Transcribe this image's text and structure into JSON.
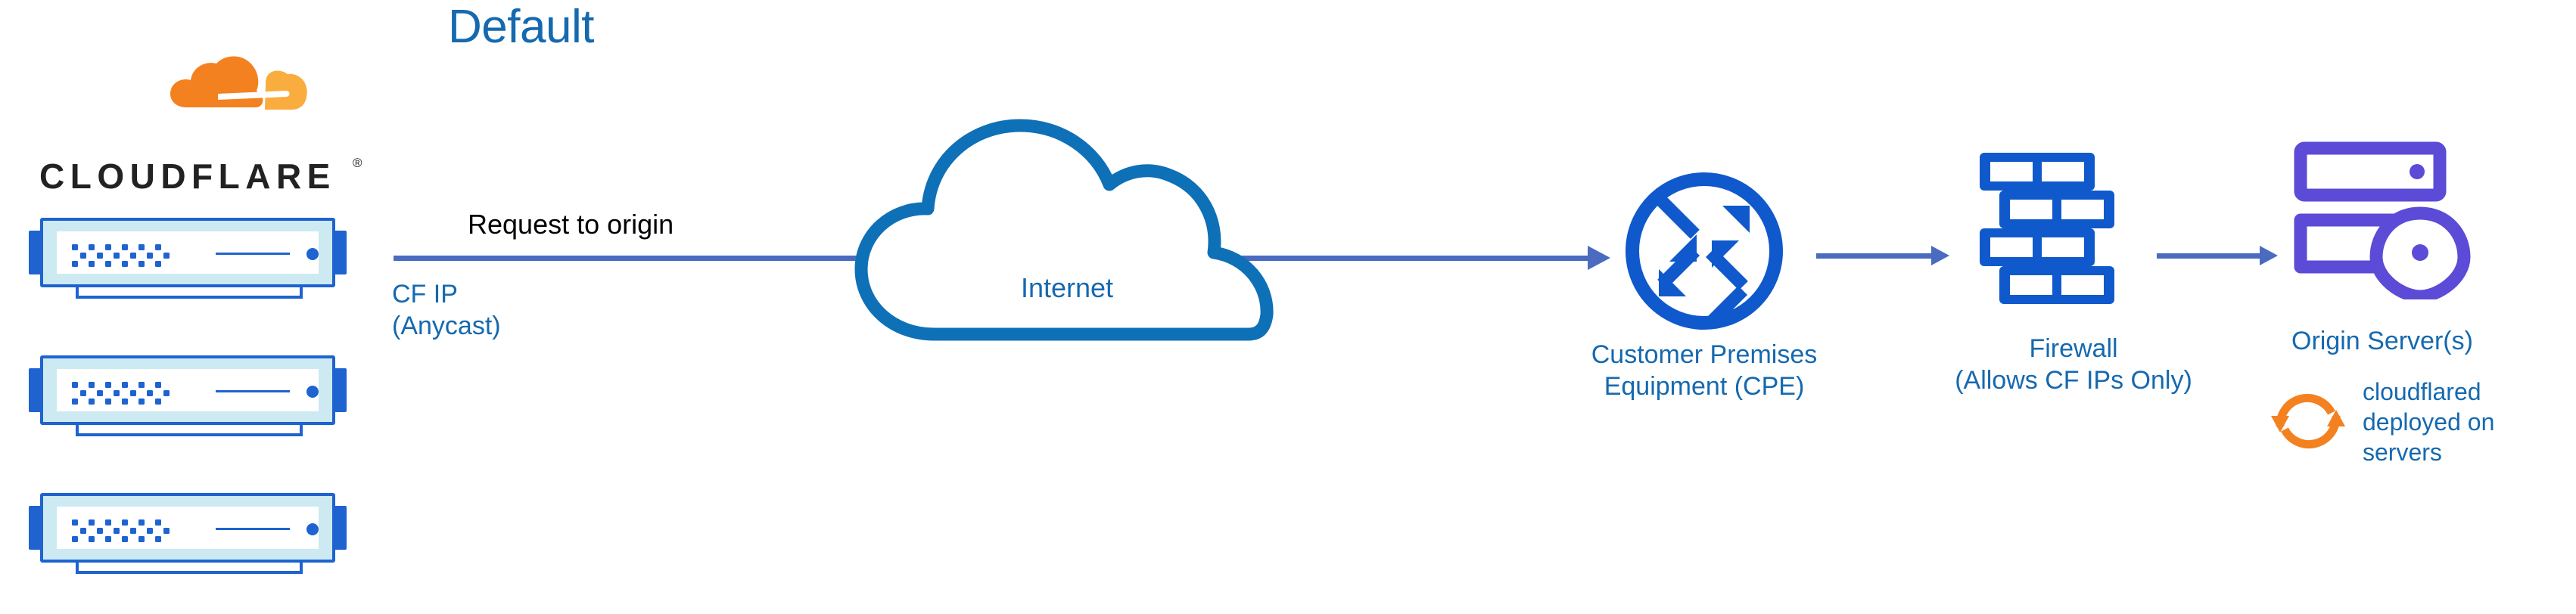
{
  "diagram": {
    "title": "Default",
    "brand": {
      "wordmark": "CLOUDFLARE",
      "registered_mark": "®",
      "logo_icon": "cloudflare-cloud-logo",
      "logo_color_primary": "#F48120",
      "logo_color_secondary": "#FAAD3F"
    },
    "colors": {
      "text_blue": "#1569AF",
      "icon_blue": "#1059CC",
      "arrow_blue": "#4A6BC0",
      "cloud_blue": "#0E70B7",
      "server_purple": "#5B4BD6",
      "orange": "#F48120",
      "server_fill": "#CDEAF3"
    },
    "nodes": [
      {
        "id": "cf-edge",
        "icon": "server-stack-icon",
        "count": 3,
        "label": "",
        "sublabel_lines": [
          "CF IP",
          "(Anycast)"
        ]
      },
      {
        "id": "internet",
        "icon": "cloud-icon",
        "label": "Internet",
        "sublabel_lines": []
      },
      {
        "id": "cpe",
        "icon": "router-icon",
        "label": "",
        "sublabel_lines": [
          "Customer Premises",
          "Equipment (CPE)"
        ]
      },
      {
        "id": "firewall",
        "icon": "brick-wall-icon",
        "label": "",
        "sublabel_lines": [
          "Firewall",
          "(Allows CF IPs Only)"
        ]
      },
      {
        "id": "origin",
        "icon": "server-rack-pin-icon",
        "label": "",
        "sublabel_lines": [
          "Origin Server(s)"
        ]
      }
    ],
    "edges": [
      {
        "id": "edge-request",
        "label": "Request to origin",
        "icon": "arrow-right-icon"
      },
      {
        "id": "edge-cpe-firewall",
        "label": "",
        "icon": "arrow-right-icon"
      },
      {
        "id": "edge-firewall-origin",
        "label": "",
        "icon": "arrow-right-icon"
      }
    ],
    "annotations": [
      {
        "id": "cloudflared-note",
        "icon": "sync-arrows-icon",
        "icon_color": "#F48120",
        "lines": [
          "cloudflared",
          "deployed on",
          "servers"
        ]
      }
    ],
    "labels": {
      "request_to_origin": "Request to origin",
      "cf_ip": "CF IP",
      "anycast": "(Anycast)",
      "internet": "Internet",
      "cpe_line1": "Customer Premises",
      "cpe_line2": "Equipment (CPE)",
      "firewall_line1": "Firewall",
      "firewall_line2": "(Allows CF IPs Only)",
      "origin_server": "Origin Server(s)",
      "cloudflared_line1": "cloudflared",
      "cloudflared_line2": "deployed on",
      "cloudflared_line3": "servers"
    }
  }
}
